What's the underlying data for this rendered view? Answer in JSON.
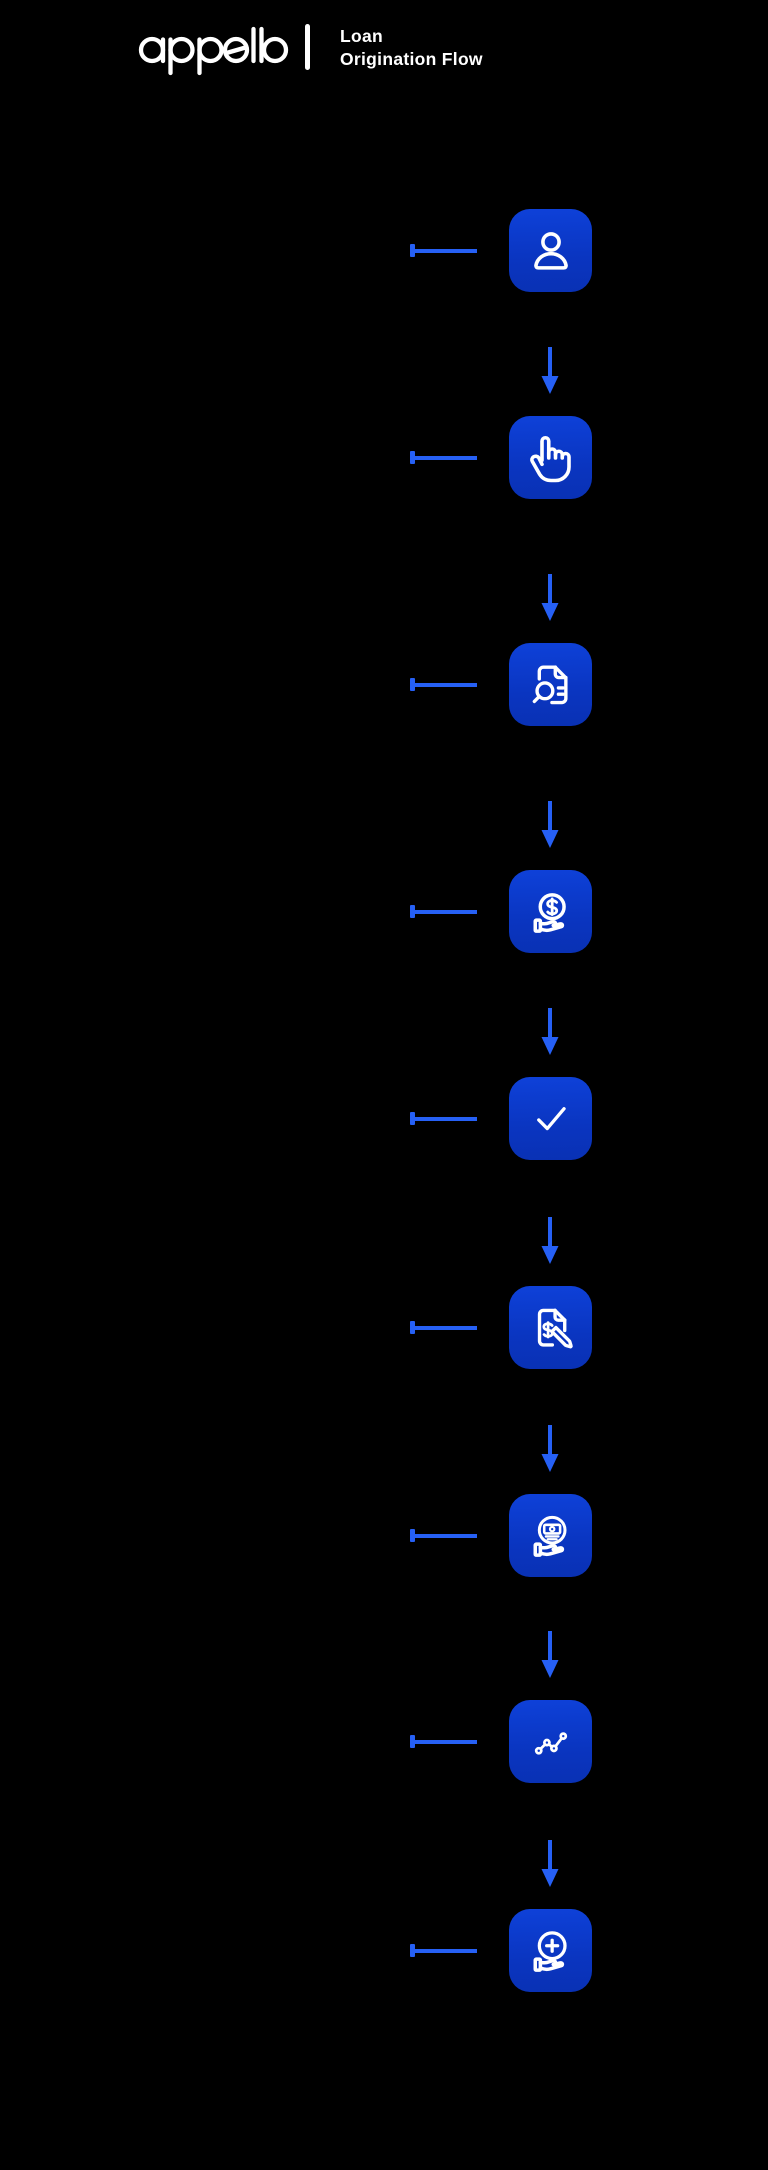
{
  "header": {
    "brand": "appello",
    "divider": "|",
    "title_line1": "Loan",
    "title_line2": "Origination Flow"
  },
  "flow": {
    "direction": "vertical-top-to-bottom",
    "step_count": 9,
    "steps": [
      {
        "icon": "user-icon"
      },
      {
        "icon": "tap-select-icon"
      },
      {
        "icon": "document-search-icon"
      },
      {
        "icon": "hand-dollar-coin-icon"
      },
      {
        "icon": "checkmark-icon"
      },
      {
        "icon": "signed-money-document-icon"
      },
      {
        "icon": "hand-cash-icon"
      },
      {
        "icon": "trend-chart-icon"
      },
      {
        "icon": "hand-plus-circle-icon"
      }
    ]
  },
  "colors": {
    "background": "#000000",
    "tile_blue_top": "#0E41D9",
    "tile_blue_bottom": "#0931B4",
    "connector_blue": "#2660F5",
    "icon_stroke": "#FFFFFF",
    "text": "#FFFFFF"
  }
}
